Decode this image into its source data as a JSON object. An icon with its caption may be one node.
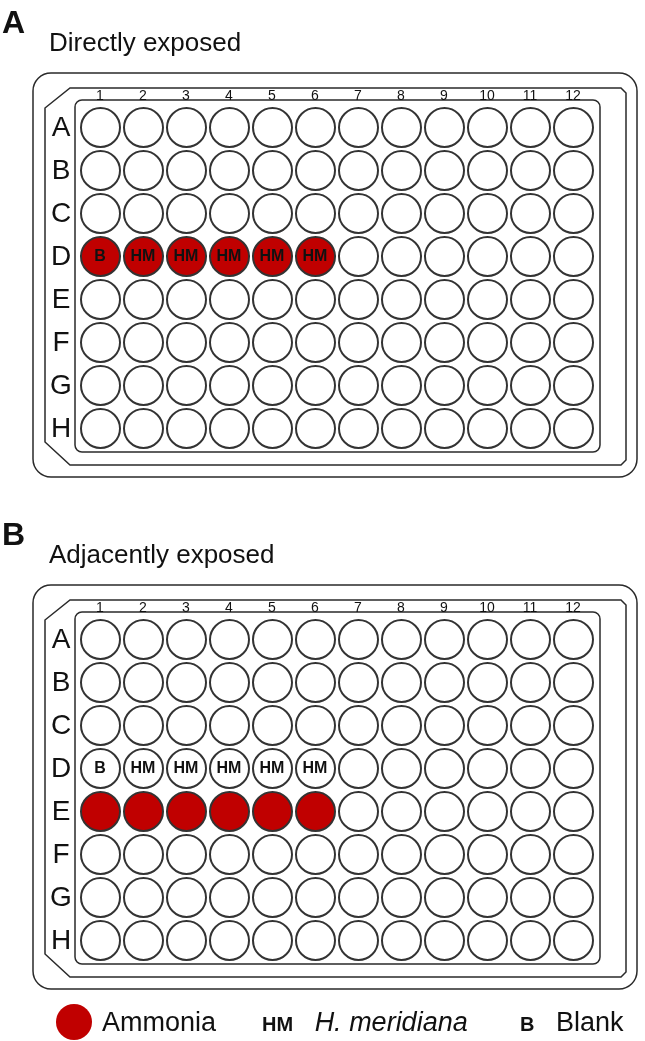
{
  "diagram": {
    "nodes": [
      {
        "text": [
          "Directly exposed"
        ]
      },
      {
        "text": [],
        "shape": "circle",
        "in": 0
      },
      {
        "text": [],
        "shape": "circle",
        "in": 0
      },
      {
        "text": [],
        "shape": "circle",
        "in": 0
      },
      {
        "text": [],
        "shape": "circle",
        "in": 0
      },
      {
        "text": [],
        "shape": "circle",
        "in": 0
      },
      {
        "text": [],
        "shape": "circle",
        "in": 0
      },
      {
        "text": [],
        "shape": "circle",
        "in": 0
      },
      {
        "text": [],
        "shape": "circle",
        "in": 0
      },
      {
        "text": [],
        "shape": "circle",
        "in": 0
      },
      {
        "text": [],
        "shape": "circle",
        "in": 0
      },
      {
        "text": [],
        "shape": "circle",
        "in": 0
      },
      {
        "text": [],
        "shape": "circle",
        "in": 0
      },
      {
        "text": [],
        "shape": "circle",
        "in": 0
      },
      {
        "text": [],
        "shape": "circle",
        "in": 0
      },
      {
        "text": [],
        "shape": "circle",
        "in": 0
      },
      {
        "text": [],
        "shape": "circle",
        "in": 0
      },
      {
        "text": [],
        "shape": "circle",
        "in": 0
      },
      {
        "text": [],
        "shape": "circle",
        "in": 0
      },
      {
        "text": [],
        "shape": "circle",
        "in": 0
      },
      {
        "text": [],
        "shape": "circle",
        "in": 0
      },
      {
        "text": [],
        "shape": "circle",
        "in": 0
      },
      {
        "text": [],
        "shape": "circle",
        "in": 0
      },
      {
        "text": [],
        "shape": "circle",
        "in": 0
      },
      {
        "text": [],
        "shape": "circle",
        "in": 0
      },
      {
        "text": [],
        "shape": "circle",
        "in": 0
      },
      {
        "text": [],
        "shape": "circle",
        "in": 0
      },
      {
        "text": [],
        "shape": "circle",
        "in": 0
      },
      {
        "text": [],
        "shape": "circle",
        "in": 0
      },
      {
        "text": [],
        "shape": "circle",
        "in": 0
      },
      {
        "text": [],
        "shape": "circle",
        "in": 0
      },
      {
        "text": [],
        "shape": "circle",
        "in": 0
      },
      {
        "text": [],
        "shape": "circle",
        "in": 0
      },
      {
        "text": [],
        "shape": "circle",
        "in": 0
      },
      {
        "text": [],
        "shape": "circle",
        "in": 0
      },
      {
        "text": [],
        "shape": "circle",
        "in": 0
      },
      {
        "text": [],
        "shape": "circle",
        "in": 0
      },
      {
        "text": [
          "B"
        ],
        "in": 0
      },
      {
        "text": [
          "HM"
        ],
        "in": 0
      },
      {
        "text": [
          "HM"
        ],
        "in": 0
      },
      {
        "text": [
          "HM"
        ],
        "in": 0
      },
      {
        "text": [
          "HM"
        ],
        "in": 0
      },
      {
        "text": [
          "HM"
        ],
        "in": 0
      },
      {
        "text": [],
        "shape": "circle",
        "in": 0
      },
      {
        "text": [],
        "shape": "circle",
        "in": 0
      },
      {
        "text": [],
        "shape": "circle",
        "in": 0
      },
      {
        "text": [],
        "shape": "circle",
        "in": 0
      },
      {
        "text": [],
        "shape": "circle",
        "in": 0
      },
      {
        "text": [],
        "shape": "circle",
        "in": 0
      },
      {
        "text": [],
        "shape": "circle",
        "in": 0
      },
      {
        "text": [],
        "shape": "circle",
        "in": 0
      },
      {
        "text": [],
        "shape": "circle",
        "in": 0
      },
      {
        "text": [],
        "shape": "circle",
        "in": 0
      },
      {
        "text": [],
        "shape": "circle",
        "in": 0
      },
      {
        "text": [],
        "shape": "circle",
        "in": 0
      },
      {
        "text": [],
        "shape": "circle",
        "in": 0
      },
      {
        "text": [],
        "shape": "circle",
        "in": 0
      },
      {
        "text": [],
        "shape": "circle",
        "in": 0
      },
      {
        "text": [],
        "shape": "circle",
        "in": 0
      },
      {
        "text": [],
        "shape": "circle",
        "in": 0
      },
      {
        "text": [],
        "shape": "circle",
        "in": 0
      },
      {
        "text": [],
        "shape": "circle",
        "in": 0
      },
      {
        "text": [],
        "shape": "circle",
        "in": 0
      },
      {
        "text": [],
        "shape": "circle",
        "in": 0
      },
      {
        "text": [],
        "shape": "circle",
        "in": 0
      },
      {
        "text": [],
        "shape": "circle",
        "in": 0
      },
      {
        "text": [],
        "shape": "circle",
        "in": 0
      },
      {
        "text": [],
        "shape": "circle",
        "in": 0
      },
      {
        "text": [],
        "shape": "circle",
        "in": 0
      },
      {
        "text": [],
        "shape": "circle",
        "in": 0
      },
      {
        "text": [],
        "shape": "circle",
        "in": 0
      },
      {
        "text": [],
        "shape": "circle",
        "in": 0
      },
      {
        "text": [],
        "shape": "circle",
        "in": 0
      },
      {
        "text": [],
        "shape": "circle",
        "in": 0
      },
      {
        "text": [],
        "shape": "circle",
        "in": 0
      },
      {
        "text": [],
        "shape": "circle",
        "in": 0
      },
      {
        "text": [],
        "shape": "circle",
        "in": 0
      },
      {
        "text": [],
        "shape": "circle",
        "in": 0
      },
      {
        "text": [],
        "shape": "circle",
        "in": 0
      },
      {
        "text": [],
        "shape": "circle",
        "in": 0
      },
      {
        "text": [],
        "shape": "circle",
        "in": 0
      },
      {
        "text": [],
        "shape": "circle",
        "in": 0
      },
      {
        "text": [],
        "shape": "circle",
        "in": 0
      },
      {
        "text": [],
        "shape": "circle",
        "in": 0
      },
      {
        "text": [],
        "shape": "circle",
        "in": 0
      },
      {
        "text": [],
        "shape": "circle",
        "in": 0
      },
      {
        "text": [],
        "shape": "circle",
        "in": 0
      },
      {
        "text": [],
        "shape": "circle",
        "in": 0
      },
      {
        "text": [],
        "shape": "circle",
        "in": 0
      },
      {
        "text": [],
        "shape": "circle",
        "in": 0
      },
      {
        "text": [],
        "shape": "circle",
        "in": 0
      },
      {
        "text": [],
        "shape": "circle",
        "in": 0
      },
      {
        "text": [],
        "shape": "circle",
        "in": 0
      },
      {
        "text": [],
        "shape": "circle",
        "in": 0
      },
      {
        "text": [],
        "shape": "circle",
        "in": 0
      },
      {
        "text": [],
        "shape": "circle",
        "in": 0
      },
      {
        "text": [],
        "shape": "circle",
        "in": 0
      },
      {
        "text": [
          "Adjacently exposed"
        ]
      },
      {
        "text": [],
        "shape": "circle",
        "in": 97
      },
      {
        "text": [],
        "shape": "circle",
        "in": 97
      },
      {
        "text": [],
        "shape": "circle",
        "in": 97
      },
      {
        "text": [],
        "shape": "circle",
        "in": 97
      },
      {
        "text": [],
        "shape": "circle",
        "in": 97
      },
      {
        "text": [],
        "shape": "circle",
        "in": 97
      },
      {
        "text": [],
        "shape": "circle",
        "in": 97
      },
      {
        "text": [],
        "shape": "circle",
        "in": 97
      },
      {
        "text": [],
        "shape": "circle",
        "in": 97
      },
      {
        "text": [],
        "shape": "circle",
        "in": 97
      },
      {
        "text": [],
        "shape": "circle",
        "in": 97
      },
      {
        "text": [],
        "shape": "circle",
        "in": 97
      },
      {
        "text": [],
        "shape": "circle",
        "in": 97
      },
      {
        "text": [],
        "shape": "circle",
        "in": 97
      },
      {
        "text": [],
        "shape": "circle",
        "in": 97
      },
      {
        "text": [],
        "shape": "circle",
        "in": 97
      },
      {
        "text": [],
        "shape": "circle",
        "in": 97
      },
      {
        "text": [],
        "shape": "circle",
        "in": 97
      },
      {
        "text": [],
        "shape": "circle",
        "in": 97
      },
      {
        "text": [],
        "shape": "circle",
        "in": 97
      },
      {
        "text": [],
        "shape": "circle",
        "in": 97
      },
      {
        "text": [],
        "shape": "circle",
        "in": 97
      },
      {
        "text": [],
        "shape": "circle",
        "in": 97
      },
      {
        "text": [],
        "shape": "circle",
        "in": 97
      },
      {
        "text": [],
        "shape": "circle",
        "in": 97
      },
      {
        "text": [],
        "shape": "circle",
        "in": 97
      },
      {
        "text": [],
        "shape": "circle",
        "in": 97
      },
      {
        "text": [],
        "shape": "circle",
        "in": 97
      },
      {
        "text": [],
        "shape": "circle",
        "in": 97
      },
      {
        "text": [],
        "shape": "circle",
        "in": 97
      },
      {
        "text": [],
        "shape": "circle",
        "in": 97
      },
      {
        "text": [],
        "shape": "circle",
        "in": 97
      },
      {
        "text": [],
        "shape": "circle",
        "in": 97
      },
      {
        "text": [],
        "shape": "circle",
        "in": 97
      },
      {
        "text": [],
        "shape": "circle",
        "in": 97
      },
      {
        "text": [],
        "shape": "circle",
        "in": 97
      },
      {
        "text": [
          "B"
        ],
        "in": 97
      },
      {
        "text": [
          "HM"
        ],
        "in": 97
      },
      {
        "text": [
          "HM"
        ],
        "in": 97
      },
      {
        "text": [
          "HM"
        ],
        "in": 97
      },
      {
        "text": [
          "HM"
        ],
        "in": 97
      },
      {
        "text": [
          "HM"
        ],
        "in": 97
      },
      {
        "text": [],
        "shape": "circle",
        "in": 97
      },
      {
        "text": [],
        "shape": "circle",
        "in": 97
      },
      {
        "text": [],
        "shape": "circle",
        "in": 97
      },
      {
        "text": [],
        "shape": "circle",
        "in": 97
      },
      {
        "text": [],
        "shape": "circle",
        "in": 97
      },
      {
        "text": [],
        "shape": "circle",
        "in": 97
      },
      {
        "text": [],
        "shape": "circle",
        "in": 97
      },
      {
        "text": [],
        "shape": "circle",
        "in": 97
      },
      {
        "text": [],
        "shape": "circle",
        "in": 97
      },
      {
        "text": [],
        "shape": "circle",
        "in": 97
      },
      {
        "text": [],
        "shape": "circle",
        "in": 97
      },
      {
        "text": [],
        "shape": "circle",
        "in": 97
      },
      {
        "text": [],
        "shape": "circle",
        "in": 97
      },
      {
        "text": [],
        "shape": "circle",
        "in": 97
      },
      {
        "text": [],
        "shape": "circle",
        "in": 97
      },
      {
        "text": [],
        "shape": "circle",
        "in": 97
      },
      {
        "text": [],
        "shape": "circle",
        "in": 97
      },
      {
        "text": [],
        "shape": "circle",
        "in": 97
      },
      {
        "text": [],
        "shape": "circle",
        "in": 97
      },
      {
        "text": [],
        "shape": "circle",
        "in": 97
      },
      {
        "text": [],
        "shape": "circle",
        "in": 97
      },
      {
        "text": [],
        "shape": "circle",
        "in": 97
      },
      {
        "text": [],
        "shape": "circle",
        "in": 97
      },
      {
        "text": [],
        "shape": "circle",
        "in": 97
      },
      {
        "text": [],
        "shape": "circle",
        "in": 97
      },
      {
        "text": [],
        "shape": "circle",
        "in": 97
      },
      {
        "text": [],
        "shape": "circle",
        "in": 97
      },
      {
        "text": [],
        "shape": "circle",
        "in": 97
      },
      {
        "text": [],
        "shape": "circle",
        "in": 97
      },
      {
        "text": [],
        "shape": "circle",
        "in": 97
      },
      {
        "text": [],
        "shape": "circle",
        "in": 97
      },
      {
        "text": [],
        "shape": "circle",
        "in": 97
      },
      {
        "text": [],
        "shape": "circle",
        "in": 97
      },
      {
        "text": [],
        "shape": "circle",
        "in": 97
      },
      {
        "text": [],
        "shape": "circle",
        "in": 97
      },
      {
        "text": [],
        "shape": "circle",
        "in": 97
      },
      {
        "text": [],
        "shape": "circle",
        "in": 97
      },
      {
        "text": [],
        "shape": "circle",
        "in": 97
      },
      {
        "text": [],
        "shape": "circle",
        "in": 97
      },
      {
        "text": [],
        "shape": "circle",
        "in": 97
      },
      {
        "text": [],
        "shape": "circle",
        "in": 97
      },
      {
        "text": [],
        "shape": "circle",
        "in": 97
      },
      {
        "text": [],
        "shape": "circle",
        "in": 97
      },
      {
        "text": [],
        "shape": "circle",
        "in": 97
      },
      {
        "text": [],
        "shape": "circle",
        "in": 97
      },
      {
        "text": [],
        "shape": "circle",
        "in": 97
      },
      {
        "text": [],
        "shape": "circle",
        "in": 97
      },
      {
        "text": [],
        "shape": "circle",
        "in": 97
      },
      {
        "text": [],
        "shape": "circle",
        "in": 97
      },
      {
        "text": [],
        "shape": "circle",
        "in": 97
      },
      {
        "text": [],
        "shape": "circle",
        "in": 97
      },
      {
        "text": [],
        "shape": "circle",
        "in": 97
      },
      {
        "text": [],
        "shape": "circle",
        "in": 97
      },
      {
        "text": [],
        "shape": "circle",
        "in": 97
      }
    ],
    "labels": [
      "A",
      "1",
      "2",
      "3",
      "4",
      "5",
      "6",
      "7",
      "8",
      "9",
      "10",
      "11",
      "12",
      "A",
      "B",
      "C",
      "D",
      "E",
      "F",
      "G",
      "H",
      "B",
      "1",
      "2",
      "3",
      "4",
      "5",
      "6",
      "7",
      "8",
      "9",
      "10",
      "11",
      "12",
      "A",
      "B",
      "C",
      "D",
      "E",
      "F",
      "G",
      "H"
    ],
    "legend": [
      {
        "text": "Ammonia",
        "color": "#c00000"
      },
      {
        "text": "**HM** *H. meridiana*"
      },
      {
        "text": "**B** Blank"
      }
    ]
  }
}
